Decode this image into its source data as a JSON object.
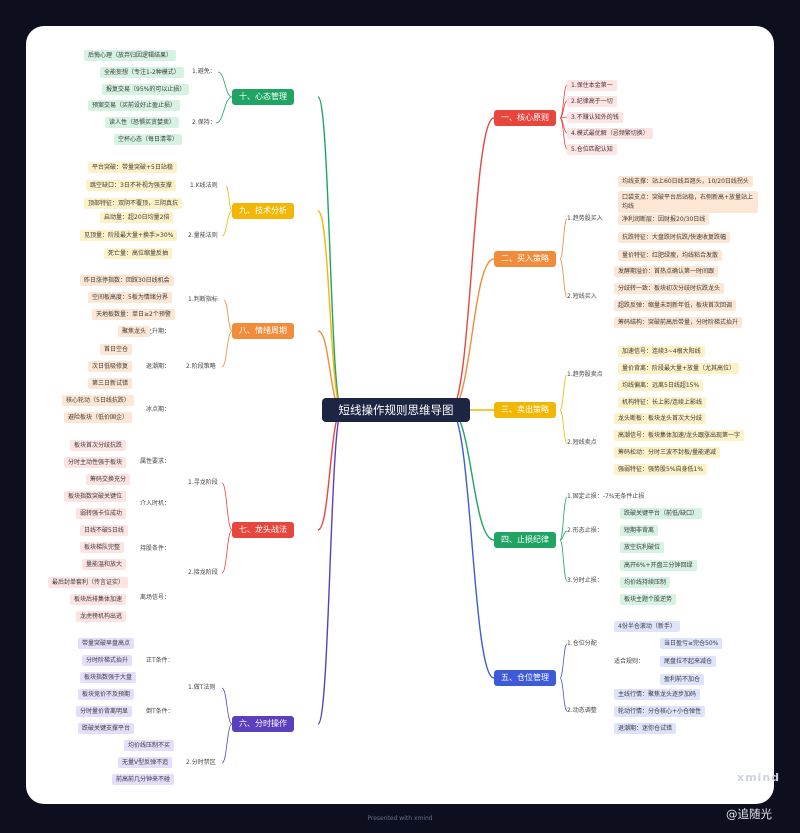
{
  "title": "短线操作规则思维导图",
  "footer": "Presented with xmind",
  "watermark": "xmind",
  "user": "@追随光",
  "colors": {
    "s1": "#e8453c",
    "s2": "#f08c3a",
    "s3": "#f2b705",
    "s4": "#1fa463",
    "s5": "#3d5bd9",
    "s6": "#5a3fbf",
    "s7": "#e8453c",
    "s8": "#f08c3a",
    "s9": "#f2b705",
    "s10": "#1fa463"
  },
  "s1": {
    "label": "一、核心原则",
    "items": [
      "1.保住本金第一",
      "2.纪律高于一切",
      "3.不赚认知外的钱",
      "4.模式最优解（忌频繁切换）",
      "5.仓位匹配认知"
    ]
  },
  "s2": {
    "label": "二、买入策略",
    "g1": {
      "label": "1.趋势股买入",
      "items": [
        "均线支撑：站上60日线且翘头，10/20日线拐头",
        "口袋支点：突破平台后站稳，右侧新高+放量站上均线",
        "净利润断层：因财报20/30日线",
        "抗跌特征：大盘跌时抗跌/快速收复跌幅",
        "量价特征：红肥绿瘦，均线粘合发散"
      ]
    },
    "g2": {
      "label": "2.短线买入",
      "items": [
        "发酵期溢价：首热点确认第一时间跟",
        "分歧转一致：板块初次分歧时抗跌龙头",
        "超跌反弹：缩量未到新年低，板块首次回调",
        "筹码结构：突破前高后带量，分时阶梯式抬升"
      ]
    }
  },
  "s3": {
    "label": "三、卖出策略",
    "g1": {
      "label": "1.趋势股卖点",
      "items": [
        "加速信号：连续3~4根大阳线",
        "量价背离：阶段最大量+放量（尤其高位）",
        "均线偏离：远离5日线超15%",
        "机构特征：长上影/连续上影线"
      ]
    },
    "g2": {
      "label": "2.短线卖点",
      "items": [
        "龙头断板：板块龙头首次大分歧",
        "高潮信号：板块集体加速/龙头跟涨出现第一字",
        "筹码松动：分时三波不封板/量能递减",
        "强弱特征：强势股5%自身低1%"
      ]
    }
  },
  "s4": {
    "label": "四、止损纪律",
    "g1": {
      "label": "1.固定止损：-7%无条件止损"
    },
    "g2": {
      "label": "2.形态止损：",
      "items": [
        "跌破关键平台（前低/缺口）",
        "短期非背离",
        "放空抗利破位"
      ]
    },
    "g3": {
      "label": "3.分时止损：",
      "items": [
        "高开6%+开盘三分钟回绿",
        "均价线持续压制",
        "板块主题个股逆势"
      ]
    }
  },
  "s5": {
    "label": "五、仓位管理",
    "g1": {
      "label": "1.仓位分配",
      "direct": "4份半仓滚动（新手）",
      "sub": "适合规则：",
      "items": [
        "当日盈亏≥完仓50%",
        "尾盘拉不起来减仓",
        "盈利前不加仓"
      ]
    },
    "g2": {
      "label": "2.动态调整",
      "items": [
        "主线行情：聚焦龙头逐步加码",
        "轮动行情：分仓核心+小仓弹性",
        "退潮期：迷你仓试错"
      ]
    }
  },
  "s6": {
    "label": "六、分时操作",
    "g1": {
      "label": "1.做T法则",
      "a": {
        "label": "正T条件：",
        "items": [
          "带量突破早盘高点",
          "分时阶梯式抬升",
          "板块指数强于大盘"
        ]
      },
      "b": {
        "label": "倒T条件：",
        "items": [
          "板块竞价不及预期",
          "分时量价背离明显",
          "跌破关键支撑平台"
        ]
      }
    },
    "g2": {
      "label": "2.分时禁区",
      "items": [
        "均价线压制不买",
        "无量V型反弹不追",
        "前高前几分钟来不碰"
      ]
    }
  },
  "s7": {
    "label": "七、龙头战法",
    "g1": {
      "label": "1.寻龙阶段",
      "a": {
        "label": "属性要求：",
        "items": [
          "板块首次分歧抗跌",
          "分时主动性强于板块",
          "筹码交换充分"
        ]
      },
      "b": {
        "label": "介入时机：",
        "items": [
          "板块指数突破关键位",
          "弱转强卡位成功"
        ]
      }
    },
    "g2": {
      "label": "2.接龙阶段",
      "a": {
        "label": "持股条件：",
        "items": [
          "日线不破5日线",
          "板块梯队完整",
          "量能温和放大"
        ]
      },
      "b": {
        "label": "离场信号：",
        "items": [
          "最后封单套利（传言证实）",
          "板块后排集体加速",
          "龙虎榜机构出逃"
        ]
      }
    }
  },
  "s8": {
    "label": "八、情绪周期",
    "g1": {
      "label": "1.判断指标",
      "items": [
        "昨日涨停指数：回踩30日线机会",
        "空间板高度：5板为情绪分界",
        "天地板数量：单日≥2个预警"
      ]
    },
    "g2": {
      "label": "2.阶段策略",
      "a": {
        "label": "主升期：",
        "item": "聚焦龙头"
      },
      "b": {
        "label": "退潮期：",
        "items": [
          "首日空仓",
          "次日低吸修复",
          "第三日新试错"
        ]
      },
      "c": {
        "label": "冰点期：",
        "items": [
          "核心轮动（5日线抗跌）",
          "避险板块（低价国企）"
        ]
      }
    }
  },
  "s9": {
    "label": "九、技术分析",
    "g1": {
      "label": "1.K线法则",
      "items": [
        "平台突破：带量突破+5日站稳",
        "跳空缺口：3日不补视为强支撑",
        "顶部特征：双阴不覆顶，三阴真抗"
      ]
    },
    "g2": {
      "label": "2.量能法则",
      "items": [
        "启动量：超20日均量2倍",
        "见顶量：阶段最大量+换手>30%",
        "死亡量：高位缩量反抽"
      ]
    }
  },
  "s10": {
    "label": "十、心态管理",
    "g1": {
      "label": "1.避免：",
      "items": [
        "后悔心理（放弃归因逻辑结果）",
        "全能妄想（专注1-2种模式）",
        "报复交易（95%的可以止损）"
      ]
    },
    "g2": {
      "label": "2.保持：",
      "items": [
        "预案交易（买前设好止盈止损）",
        "读人性（恐惧买贪婪卖）",
        "空杯心态（每日清零）"
      ]
    }
  }
}
